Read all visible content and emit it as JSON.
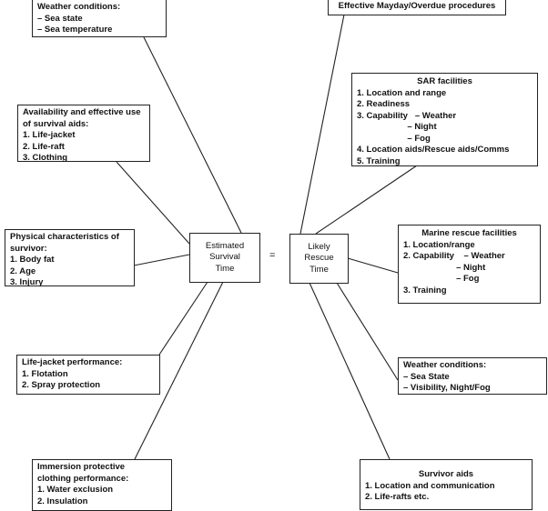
{
  "center": {
    "survival": [
      "Estimated",
      "Survival",
      "Time"
    ],
    "equals": "=",
    "rescue": [
      "Likely",
      "Rescue",
      "Time"
    ]
  },
  "survival_factors": [
    {
      "title": "Weather conditions:",
      "items": [
        "– Sea state",
        "– Sea temperature"
      ]
    },
    {
      "title": "Availability and effective use of survival aids:",
      "items": [
        "1. Life-jacket",
        "2. Life-raft",
        "3. Clothing"
      ]
    },
    {
      "title": "Physical characteristics of survivor:",
      "items": [
        "1. Body fat",
        "2. Age",
        "3. Injury"
      ]
    },
    {
      "title": "Life-jacket performance:",
      "items": [
        "1. Flotation",
        "2. Spray protection"
      ]
    },
    {
      "title": "Immersion protective clothing performance:",
      "items": [
        "1. Water exclusion",
        "2. Insulation"
      ]
    }
  ],
  "rescue_factors": [
    {
      "title": "Effective Mayday/Overdue procedures",
      "items": []
    },
    {
      "title": "SAR facilities",
      "items": [
        "1. Location and range",
        "2. Readiness",
        "3. Capability   – Weather",
        "                     – Night",
        "                     – Fog",
        "4. Location aids/Rescue aids/Comms",
        "5. Training"
      ]
    },
    {
      "title": "Marine rescue facilities",
      "items": [
        "1. Location/range",
        "2. Capability    – Weather",
        "                      – Night",
        "                      – Fog",
        "3. Training"
      ]
    },
    {
      "title": "Weather conditions:",
      "items": [
        "– Sea State",
        "– Visibility, Night/Fog"
      ]
    },
    {
      "title": "Survivor aids",
      "items": [
        "1. Location and communication",
        "2. Life-rafts etc."
      ]
    }
  ]
}
